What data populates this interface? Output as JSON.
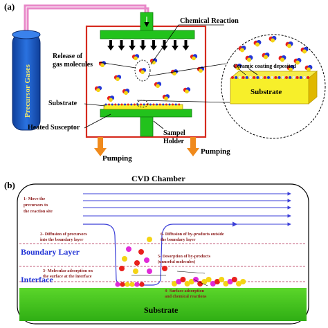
{
  "panel_a": {
    "tag": "(a)",
    "precursor_label": "Precursor Gases",
    "chemical_reaction": "Chemical Reaction",
    "release_line1": "Release of",
    "release_line2": "gas molecules",
    "ceramic_coating": "Ceramic coating deposited",
    "substrate_inset": "Substrate",
    "substrate": "Substrate",
    "heated_susceptor": "Heated Susceptor",
    "sample_holder_line1": "Sampel",
    "sample_holder_line2": "Holder",
    "pumping_left": "Pumping",
    "pumping_right": "Pumping"
  },
  "panel_b": {
    "tag": "(b)",
    "title": "CVD Chamber",
    "step1_line1": "1- Move the",
    "step1_line2": "precursors to",
    "step1_line3": "the reaction site",
    "step2_line1": "2- Diffusion of precursors",
    "step2_line2": "into the boundary layer",
    "step3_line1": "3- Molecular adsorption on",
    "step3_line2": "the surface at the interface",
    "step4_line1": "4- Surface adsorption",
    "step4_line2": "and chemical reactions",
    "step5_line1": "5- Desorption of by-products",
    "step5_line2": "(unuseful molecules)",
    "step6_line1": "6- Diffusion of by-products outside",
    "step6_line2": "the boundary layer",
    "boundary_layer": "Boundary Layer",
    "interface": "Interface",
    "substrate": "Substrate"
  },
  "colors": {
    "chamber_red": "#d62a1e",
    "showerhead_green": "#22c21c",
    "substrate_yellow": "#f7ef2a",
    "gas_cylinder_blue": "#1a5fc9",
    "pumping_orange": "#f08a1c",
    "arrow_blue": "#3b3fd8",
    "molecule_red": "#e8201c",
    "molecule_blue": "#2436d6",
    "molecule_yellow": "#f4d414",
    "molecule_magenta": "#e02ad8",
    "pipe_pink": "#e888c8"
  }
}
